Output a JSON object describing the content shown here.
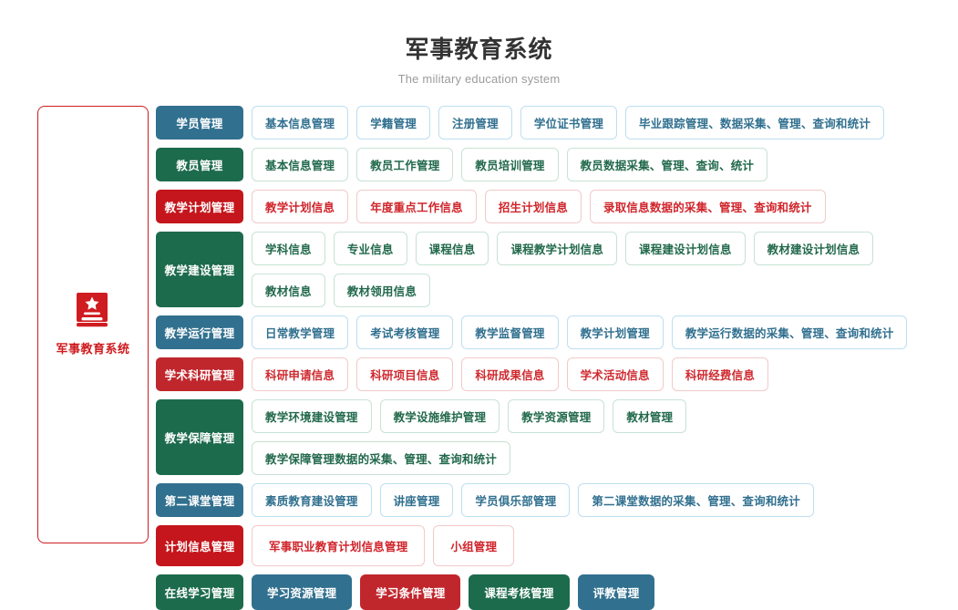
{
  "header": {
    "title": "军事教育系统",
    "subtitle": "The military education system"
  },
  "sidebar": {
    "icon": "book-star-icon",
    "label": "军事教育系统",
    "accent_color": "#cf1c20"
  },
  "colors": {
    "blue": "#31708f",
    "green": "#1c6b4c",
    "red": "#c4161c",
    "red_bright": "#c0272d",
    "brand_red": "#cf1c20",
    "title": "#333333",
    "subtitle": "#9b9b9b"
  },
  "rows": [
    {
      "category": "学员管理",
      "theme": "blue",
      "tall": false,
      "big": false,
      "items": [
        {
          "label": "基本信息管理",
          "style": "outline"
        },
        {
          "label": "学籍管理",
          "style": "outline"
        },
        {
          "label": "注册管理",
          "style": "outline"
        },
        {
          "label": "学位证书管理",
          "style": "outline"
        },
        {
          "label": "毕业跟踪管理、数据采集、管理、查询和统计",
          "style": "outline"
        }
      ]
    },
    {
      "category": "教员管理",
      "theme": "green",
      "tall": false,
      "big": false,
      "items": [
        {
          "label": "基本信息管理",
          "style": "outline"
        },
        {
          "label": "教员工作管理",
          "style": "outline"
        },
        {
          "label": "教员培训管理",
          "style": "outline"
        },
        {
          "label": "教员数据采集、管理、查询、统计",
          "style": "outline"
        }
      ]
    },
    {
      "category": "教学计划管理",
      "theme": "red",
      "tall": false,
      "big": false,
      "items": [
        {
          "label": "教学计划信息",
          "style": "outline"
        },
        {
          "label": "年度重点工作信息",
          "style": "outline"
        },
        {
          "label": "招生计划信息",
          "style": "outline"
        },
        {
          "label": "录取信息数据的采集、管理、查询和统计",
          "style": "outline"
        }
      ]
    },
    {
      "category": "教学建设管理",
      "theme": "green",
      "tall": true,
      "big": false,
      "items": [
        {
          "label": "学科信息",
          "style": "outline"
        },
        {
          "label": "专业信息",
          "style": "outline"
        },
        {
          "label": "课程信息",
          "style": "outline"
        },
        {
          "label": "课程教学计划信息",
          "style": "outline"
        },
        {
          "label": "课程建设计划信息",
          "style": "outline"
        },
        {
          "label": "教材建设计划信息",
          "style": "outline"
        },
        {
          "label": "教材信息",
          "style": "outline"
        },
        {
          "label": "教材领用信息",
          "style": "outline"
        }
      ]
    },
    {
      "category": "教学运行管理",
      "theme": "blue",
      "tall": false,
      "big": false,
      "items": [
        {
          "label": "日常教学管理",
          "style": "outline"
        },
        {
          "label": "考试考核管理",
          "style": "outline"
        },
        {
          "label": "教学监督管理",
          "style": "outline"
        },
        {
          "label": "教学计划管理",
          "style": "outline"
        },
        {
          "label": "教学运行数据的采集、管理、查询和统计",
          "style": "outline"
        }
      ]
    },
    {
      "category": "学术科研管理",
      "theme": "red2",
      "tall": false,
      "big": false,
      "items": [
        {
          "label": "科研申请信息",
          "style": "outline"
        },
        {
          "label": "科研项目信息",
          "style": "outline"
        },
        {
          "label": "科研成果信息",
          "style": "outline"
        },
        {
          "label": "学术活动信息",
          "style": "outline"
        },
        {
          "label": "科研经费信息",
          "style": "outline"
        }
      ]
    },
    {
      "category": "教学保障管理",
      "theme": "green",
      "tall": false,
      "big": false,
      "items": [
        {
          "label": "教学环境建设管理",
          "style": "outline"
        },
        {
          "label": "教学设施维护管理",
          "style": "outline"
        },
        {
          "label": "教学资源管理",
          "style": "outline"
        },
        {
          "label": "教材管理",
          "style": "outline"
        },
        {
          "label": "教学保障管理数据的采集、管理、查询和统计",
          "style": "outline"
        }
      ]
    },
    {
      "category": "第二课堂管理",
      "theme": "blue",
      "tall": false,
      "big": false,
      "items": [
        {
          "label": "素质教育建设管理",
          "style": "outline"
        },
        {
          "label": "讲座管理",
          "style": "outline"
        },
        {
          "label": "学员俱乐部管理",
          "style": "outline"
        },
        {
          "label": "第二课堂数据的采集、管理、查询和统计",
          "style": "outline"
        }
      ]
    },
    {
      "category": "计划信息管理",
      "theme": "red",
      "tall": false,
      "big": true,
      "items": [
        {
          "label": "军事职业教育计划信息管理",
          "style": "outline"
        },
        {
          "label": "小组管理",
          "style": "outline"
        }
      ]
    },
    {
      "category": "在线学习管理",
      "theme": "green",
      "tall": false,
      "big": false,
      "items": [
        {
          "label": "学习资源管理",
          "style": "fill-blue"
        },
        {
          "label": "学习条件管理",
          "style": "fill-red"
        },
        {
          "label": "课程考核管理",
          "style": "fill-green"
        },
        {
          "label": "评教管理",
          "style": "fill-blue"
        }
      ]
    }
  ]
}
